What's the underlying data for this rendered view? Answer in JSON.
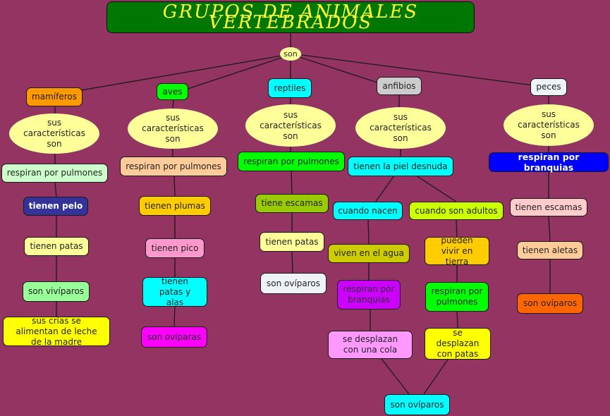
{
  "title": "GRUPOS DE ANIMALES VERTEBRADOS",
  "root_link": "son",
  "colors": {
    "background": "#943462",
    "title_bg": "#007700",
    "title_text": "#ffff33",
    "oval": "#ffff99",
    "line": "#1a1a1a"
  },
  "groups": {
    "mamiferos": {
      "label": "mamíferos",
      "link": "sus características son",
      "traits": [
        "respiran por pulmones",
        "tienen pelo",
        "tienen patas",
        "son vivíparos",
        "sus crías se alimentan de leche de la madre"
      ]
    },
    "aves": {
      "label": "aves",
      "link": "sus características son",
      "traits": [
        "respiran por pulmones",
        "tienen plumas",
        "tienen pico",
        "tienen patas y alas",
        "son ovíparas"
      ]
    },
    "reptiles": {
      "label": "reptiles",
      "link": "sus características son",
      "traits": [
        "respiran por pulmones",
        "tiene escamas",
        "tienen patas",
        "son ovíparos"
      ]
    },
    "anfibios": {
      "label": "anfibios",
      "link": "sus características son",
      "trait": "tienen la piel desnuda",
      "stage_young": {
        "label": "cuando nacen",
        "traits": [
          "viven en el agua",
          "respiran por branquias",
          "se desplazan con una cola"
        ]
      },
      "stage_adult": {
        "label": "cuando son adultos",
        "traits": [
          "pueden vivir en tierra",
          "respiran por pulmones",
          "se desplazan con patas"
        ]
      },
      "final": "son ovíparos"
    },
    "peces": {
      "label": "peces",
      "link": "sus características son",
      "traits": [
        "respiran por branquias",
        "tienen escamas",
        "tienen aletas",
        "son ovíparos"
      ]
    }
  }
}
